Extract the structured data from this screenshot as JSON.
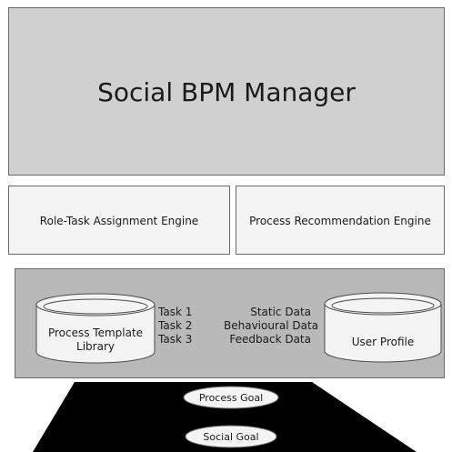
{
  "manager": {
    "title": "Social BPM Manager"
  },
  "engines": {
    "left": "Role-Task Assignment Engine",
    "right": "Process Recommendation Engine"
  },
  "repository": {
    "template_library": {
      "line1": "Process Template",
      "line2": "Library"
    },
    "user_profile": "User Profile",
    "tasks": [
      "Task 1",
      "Task 2",
      "Task 3"
    ],
    "data": [
      "Static Data",
      "Behavioural Data",
      "Feedback Data"
    ]
  },
  "goals": [
    "Process Goal",
    "Social Goal"
  ]
}
